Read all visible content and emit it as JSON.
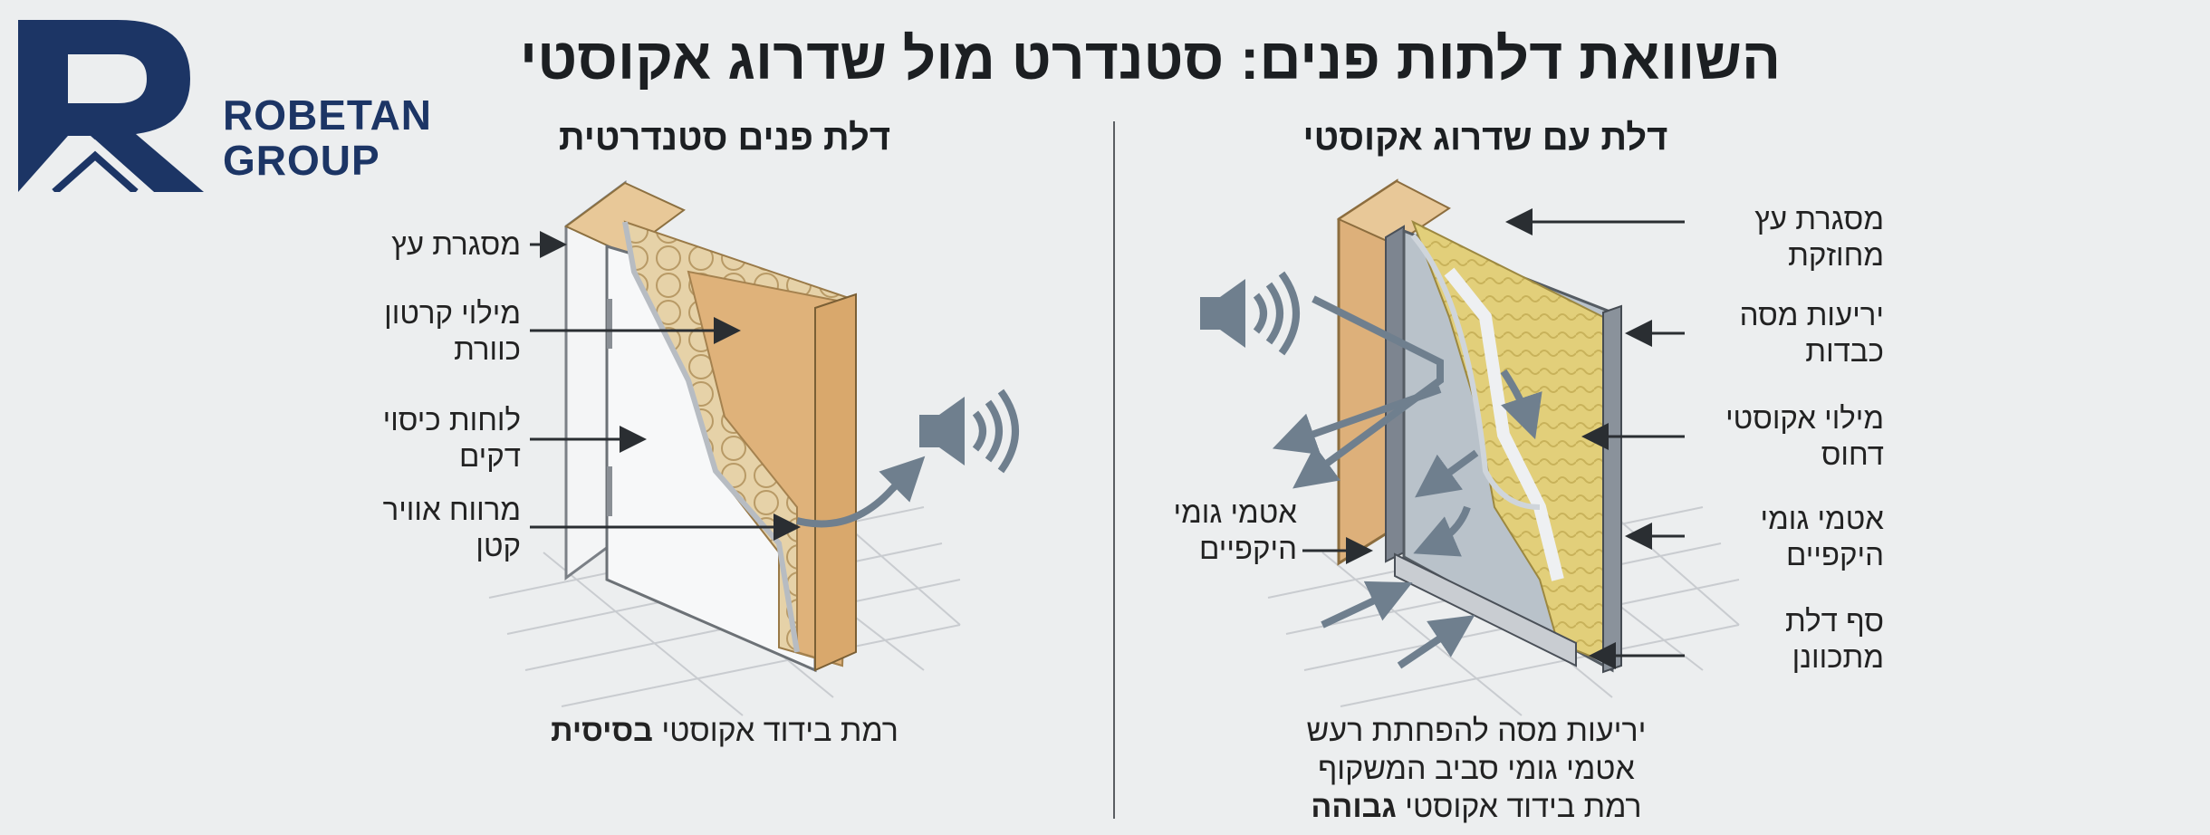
{
  "logo": {
    "line1": "ROBETAN",
    "line2": "GROUP"
  },
  "title": "השוואת דלתות פנים: סטנדרט מול שדרוג אקוסטי",
  "standard": {
    "heading": "דלת פנים סטנדרטית",
    "labels": [
      [
        "מסגרת עץ"
      ],
      [
        "מילוי קרטון",
        "כוורת"
      ],
      [
        "לוחות כיסוי",
        "דקים"
      ],
      [
        "מרווח אוויר",
        "קטן"
      ]
    ],
    "caption_prefix": "רמת בידוד אקוסטי ",
    "caption_bold": "בסיסית"
  },
  "acoustic": {
    "heading": "דלת עם שדרוג אקוסטי",
    "labels_right": [
      [
        "מסגרת עץ",
        "מחוזקת"
      ],
      [
        "יריעות מסה",
        "כבדות"
      ],
      [
        "מילוי אקוסטי",
        "דחוס"
      ],
      [
        "אטמי גומי",
        "היקפיים"
      ],
      [
        "סף דלת",
        "מתכוונן"
      ]
    ],
    "label_left": [
      "אטמי גומי",
      "היקפיים"
    ],
    "caption_line1": "יריעות מסה להפחתת רעש",
    "caption_line2": "אטמי גומי סביב המשקוף",
    "caption_line3_prefix": "רמת בידוד אקוסטי ",
    "caption_line3_bold": "גבוהה"
  }
}
